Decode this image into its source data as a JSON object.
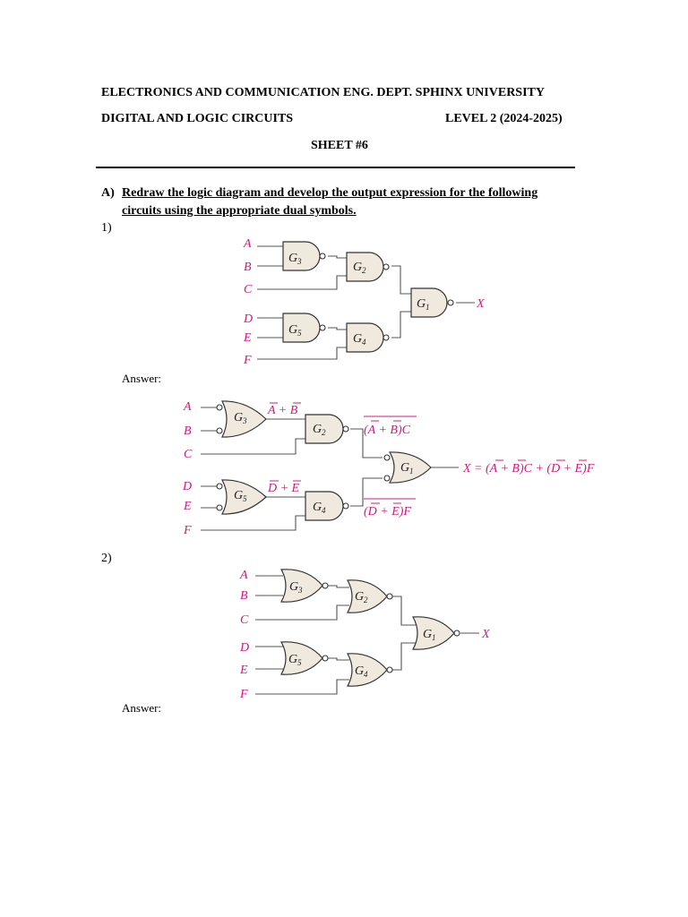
{
  "header": {
    "line1": "ELECTRONICS AND COMMUNICATION ENG. DEPT.  SPHINX UNIVERSITY",
    "course": "DIGITAL AND LOGIC CIRCUITS",
    "level": "LEVEL 2 (2024-2025)",
    "sheet": "SHEET #6"
  },
  "question": {
    "label": "A)",
    "line1": "Redraw the logic diagram and develop the output expression for the following",
    "line2": "circuits using the appropriate dual symbols."
  },
  "items": [
    {
      "number": "1)",
      "answer_label": "Answer:"
    },
    {
      "number": "2)",
      "answer_label": "Answer:"
    }
  ],
  "diagram_labels": {
    "inputs": [
      "A",
      "B",
      "C",
      "D",
      "E",
      "F"
    ],
    "output": "X",
    "gate_letter": "G",
    "gate_numbers": [
      "1",
      "2",
      "3",
      "4",
      "5"
    ]
  },
  "answer_expressions": {
    "g3": "A + B",
    "g5": "D + E",
    "g2": "(A + B)C",
    "g4": "(D + E)F",
    "x": "X = (A + B)C + (D + E)F"
  },
  "colors": {
    "label": "#d6187a",
    "gate_fill": "#efeadd",
    "text": "#000000"
  }
}
